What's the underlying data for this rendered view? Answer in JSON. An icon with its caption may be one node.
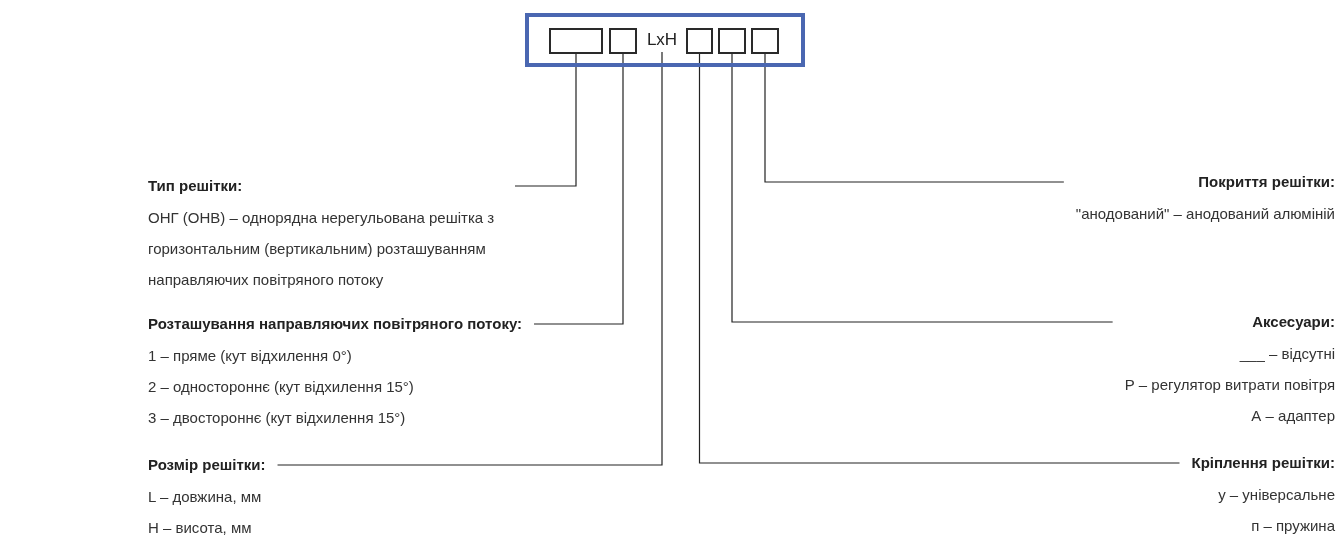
{
  "diagram": {
    "nodes": [
      {
        "text": [],
        "shape": "box"
      },
      {
        "text": [],
        "shape": "box",
        "in": 0
      },
      {
        "text": [],
        "shape": "box",
        "in": 0
      },
      {
        "text": [
          "LxH"
        ],
        "in": 0
      },
      {
        "text": [],
        "shape": "box",
        "in": 0
      },
      {
        "text": [],
        "shape": "box",
        "in": 0
      },
      {
        "text": [],
        "shape": "box",
        "in": 0
      },
      {
        "text": [
          "Тип решітки:",
          "ОНГ (ОНВ) – однорядна нерегульована решітка з горизонтальним (вертикальним) розташуванням направляючих повітряного потоку"
        ]
      },
      {
        "text": [
          "Розташування направляючих повітряного потоку:",
          "1 – пряме (кут відхилення 0°)",
          "2 – одностороннє (кут відхилення 15°)",
          "3 – двостороннє (кут відхилення 15°)"
        ]
      },
      {
        "text": [
          "Розмір решітки:",
          "L – довжина, мм",
          "H – висота, мм"
        ]
      },
      {
        "text": [
          "Покриття решітки:",
          "\"анодований\" – анодований алюміній"
        ]
      },
      {
        "text": [
          "Аксесуари:",
          "___ – відсутні",
          "Р – регулятор витрати повітря",
          "А – адаптер"
        ]
      },
      {
        "text": [
          "Кріплення решітки:",
          "у – універсальне",
          "п – пружина"
        ]
      }
    ],
    "edges": [
      {
        "from": 1,
        "to": 7,
        "arrow": "none"
      },
      {
        "from": 2,
        "to": 8,
        "arrow": "none"
      },
      {
        "from": 3,
        "to": 9,
        "arrow": "none"
      },
      {
        "from": 4,
        "to": 12,
        "arrow": "none"
      },
      {
        "from": 5,
        "to": 11,
        "arrow": "none"
      },
      {
        "from": 6,
        "to": 10,
        "arrow": "none"
      }
    ]
  }
}
